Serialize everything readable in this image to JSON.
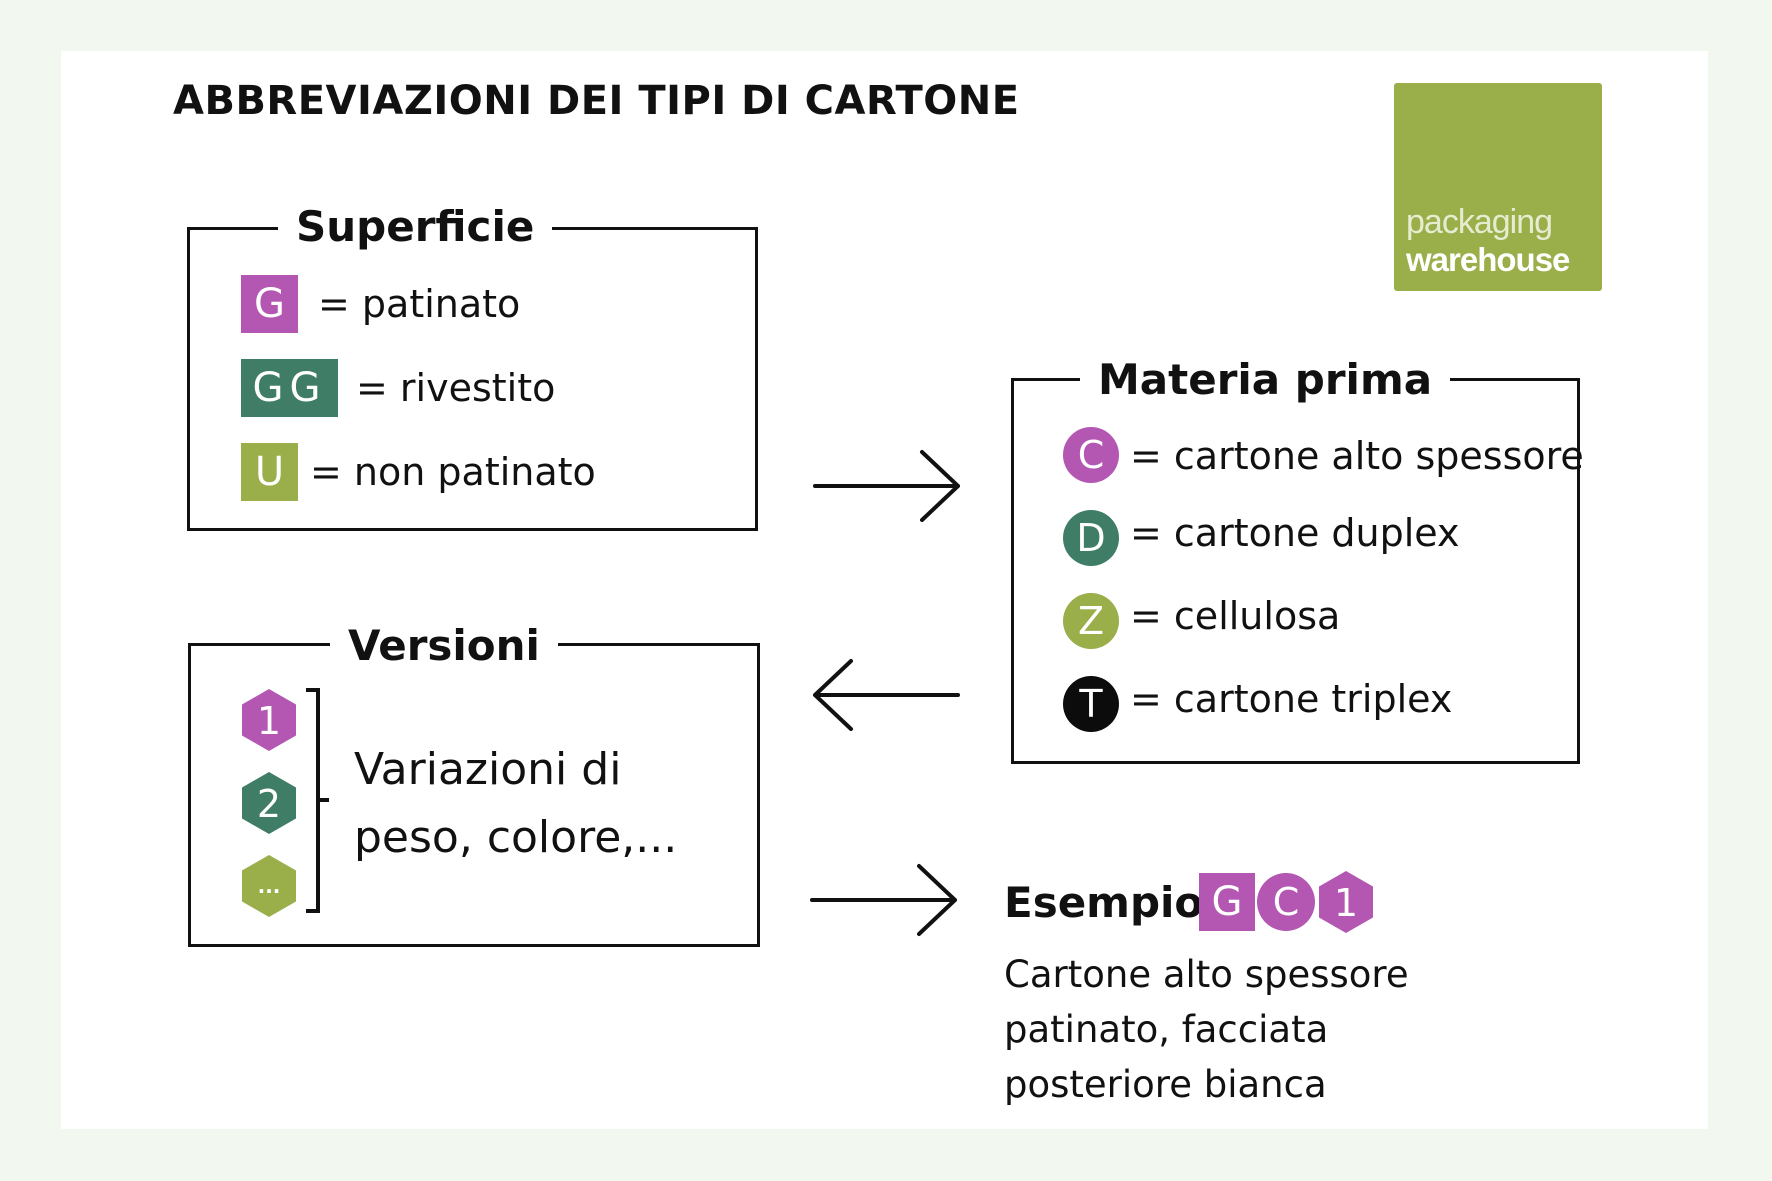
{
  "title": "ABBREVIAZIONI DEI TIPI DI CARTONE",
  "logo": {
    "line1": "packaging",
    "line2": "warehouse"
  },
  "colors": {
    "purple": "#b457b3",
    "teal": "#3f7d67",
    "olive": "#9aae4a",
    "black": "#0c0c0c"
  },
  "superficie": {
    "heading": "Superficie",
    "items": [
      {
        "code": "G",
        "text": "= patinato"
      },
      {
        "code": "GG",
        "text": "= rivestito"
      },
      {
        "code": "U",
        "text": "= non patinato"
      }
    ]
  },
  "materia": {
    "heading": "Materia prima",
    "items": [
      {
        "code": "C",
        "text": "= cartone alto spessore"
      },
      {
        "code": "D",
        "text": "= cartone duplex"
      },
      {
        "code": "Z",
        "text": "= cellulosa"
      },
      {
        "code": "T",
        "text": "= cartone triplex"
      }
    ]
  },
  "versioni": {
    "heading": "Versioni",
    "items": [
      "1",
      "2",
      "..."
    ],
    "text1": "Variazioni di",
    "text2": "peso, colore,..."
  },
  "esempio": {
    "heading": "Esempio",
    "codes": [
      "G",
      "C",
      "1"
    ],
    "lines": [
      "Cartone alto spessore",
      "patinato, facciata",
      "posteriore bianca"
    ]
  }
}
